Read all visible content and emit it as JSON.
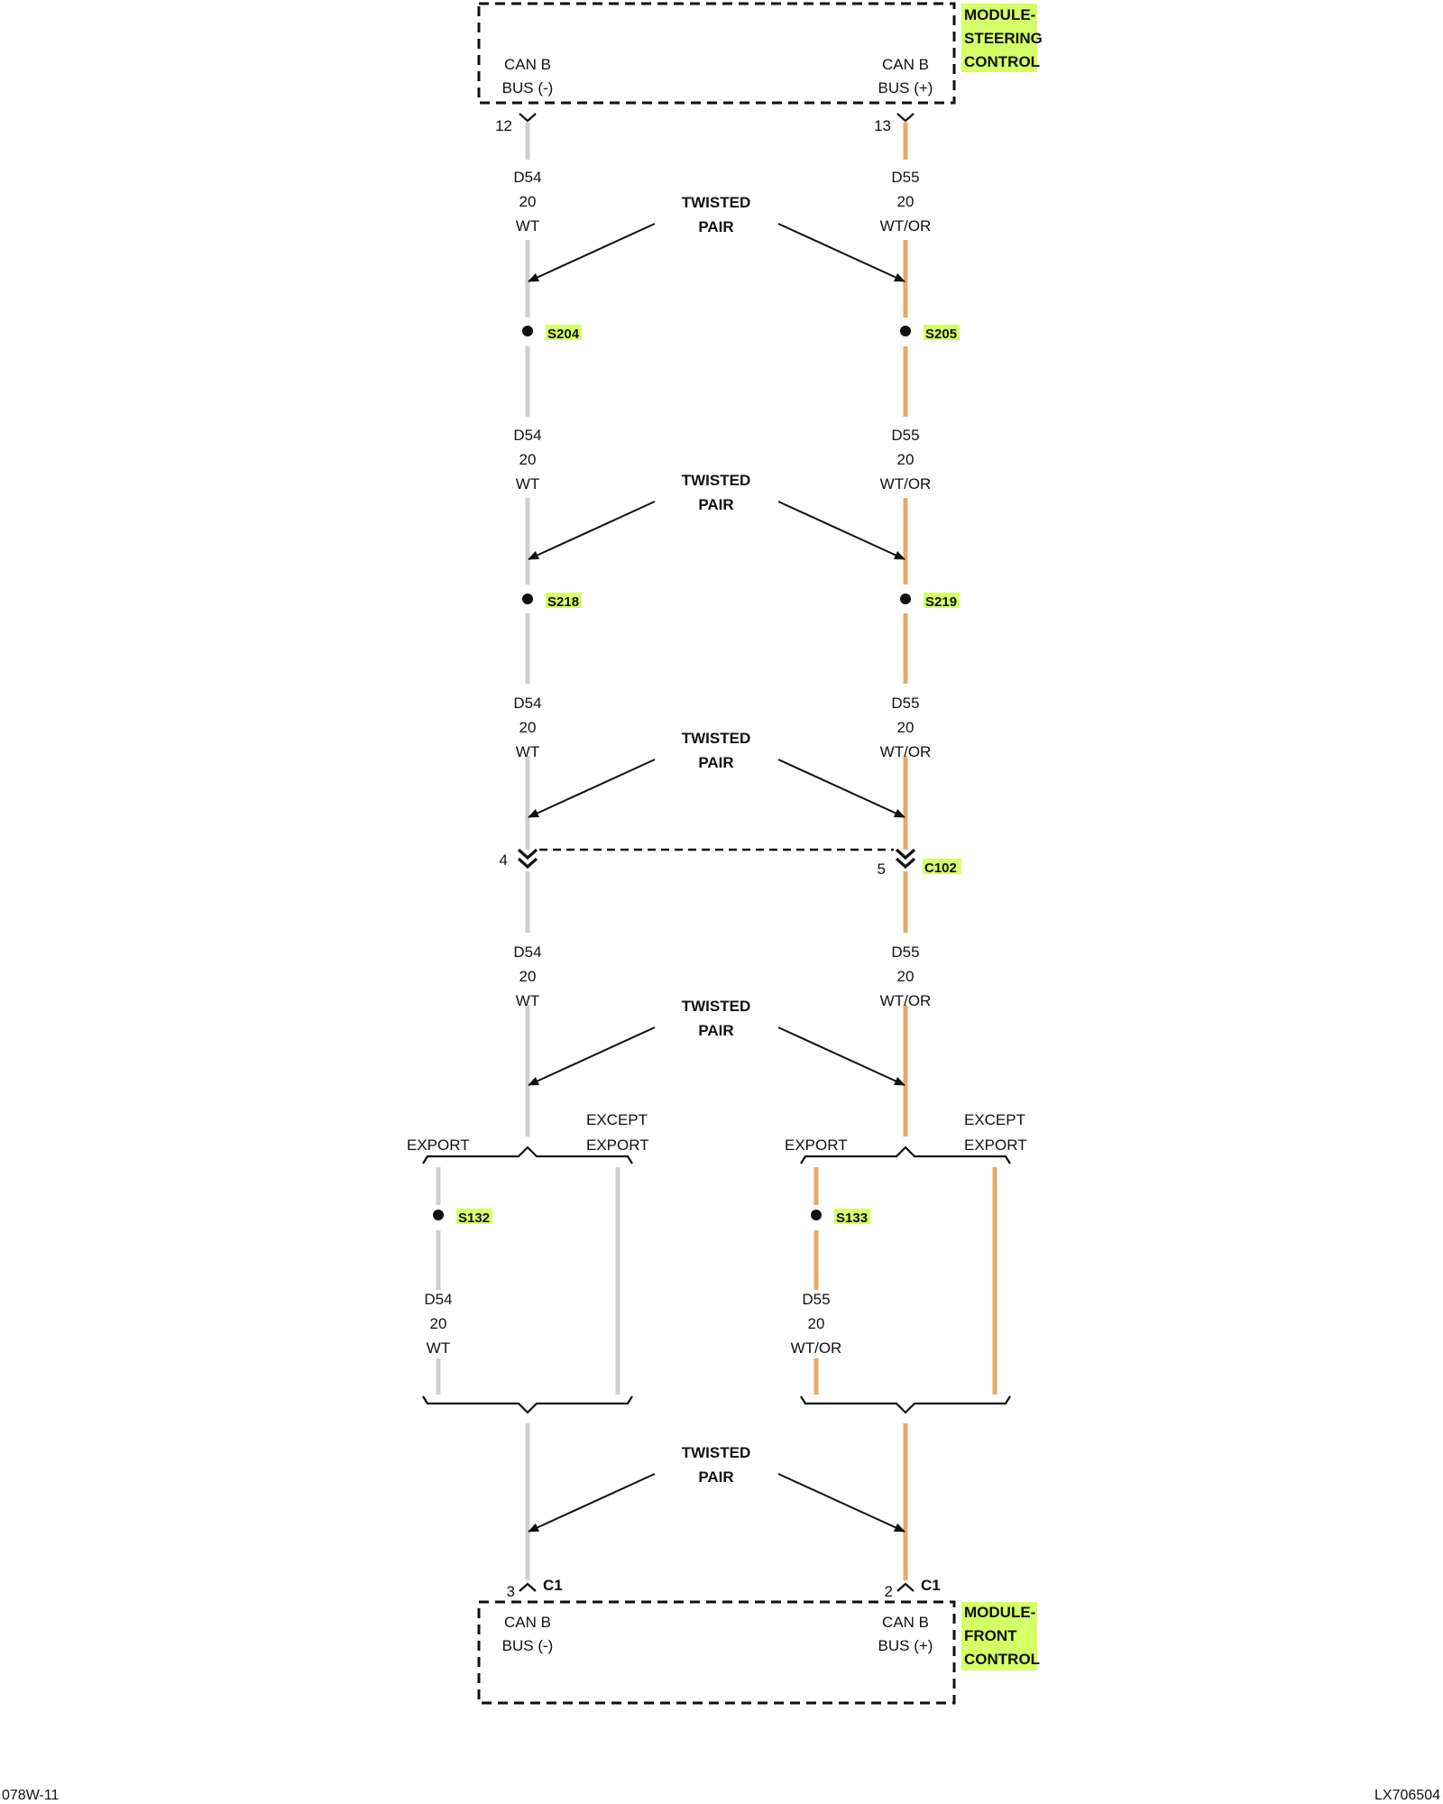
{
  "colors": {
    "wire_wt": "#cfcfcf",
    "wire_wtor": "#e8a964",
    "highlight": "#d4ff66",
    "line": "#111111"
  },
  "modules": {
    "top": {
      "name_lines": [
        "MODULE-",
        "STEERING",
        "CONTROL"
      ],
      "left_pin_lines": [
        "CAN B",
        "BUS (-)"
      ],
      "right_pin_lines": [
        "CAN B",
        "BUS (+)"
      ],
      "left_pin_num": "12",
      "right_pin_num": "13"
    },
    "bottom": {
      "name_lines": [
        "MODULE-",
        "FRONT",
        "CONTROL"
      ],
      "left_pin_lines": [
        "CAN B",
        "BUS (-)"
      ],
      "right_pin_lines": [
        "CAN B",
        "BUS (+)"
      ],
      "left_pin_num": "3",
      "right_pin_num": "2",
      "connector": "C1"
    }
  },
  "wire_labels": {
    "left": [
      "D54",
      "20",
      "WT"
    ],
    "right": [
      "D55",
      "20",
      "WT/OR"
    ]
  },
  "twisted_pair": [
    "TWISTED",
    "PAIR"
  ],
  "splices": {
    "s204": "S204",
    "s205": "S205",
    "s218": "S218",
    "s219": "S219",
    "s132": "S132",
    "s133": "S133"
  },
  "inline_connector": {
    "name": "C102",
    "left_pin": "4",
    "right_pin": "5"
  },
  "options": {
    "export": "EXPORT",
    "except_lines": [
      "EXCEPT",
      "EXPORT"
    ]
  },
  "footer": {
    "left": "078W-11",
    "right": "LX706504"
  }
}
